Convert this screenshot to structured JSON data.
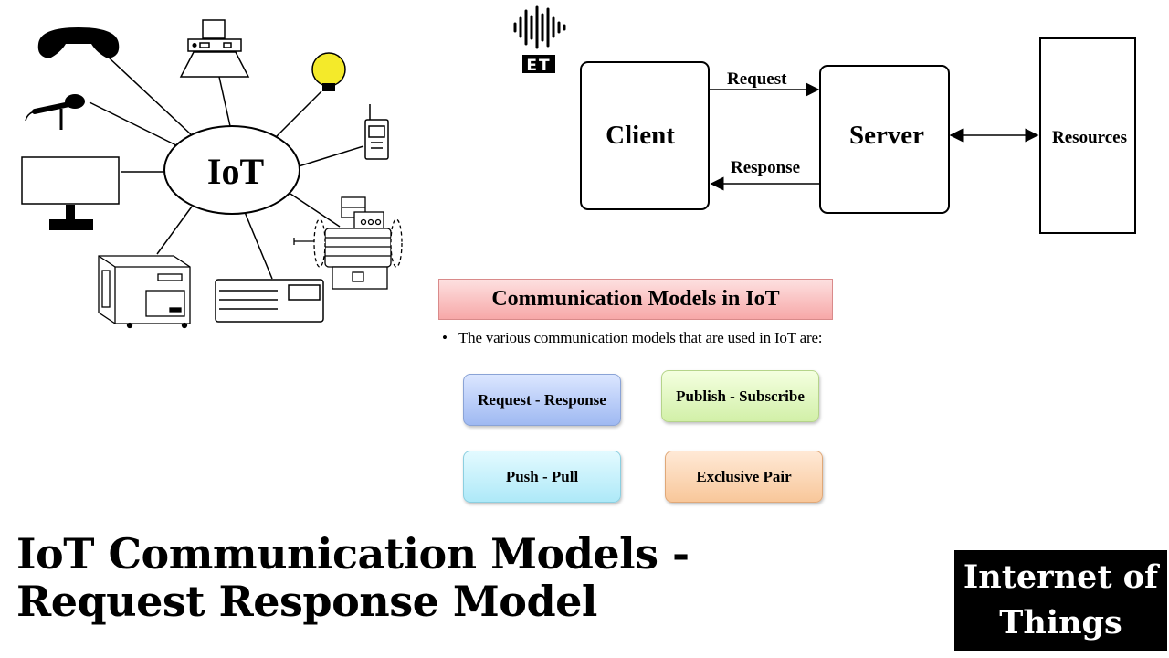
{
  "iot_diagram": {
    "hub_label": "IoT"
  },
  "client_server_diagram": {
    "client_label": "Client",
    "server_label": "Server",
    "resources_label": "Resources",
    "request_label": "Request",
    "response_label": "Response"
  },
  "logo": {
    "label": "ET"
  },
  "section": {
    "heading": "Communication Models in IoT",
    "bullet": "The various communication models that are used in IoT are:",
    "models": [
      {
        "label": "Request - Response"
      },
      {
        "label": "Publish - Subscribe"
      },
      {
        "label": "Push - Pull"
      },
      {
        "label": "Exclusive Pair"
      }
    ]
  },
  "title": {
    "line1": "IoT Communication Models -",
    "line2": "Request Response Model"
  },
  "badge": {
    "line1": "Internet of",
    "line2": "Things"
  }
}
